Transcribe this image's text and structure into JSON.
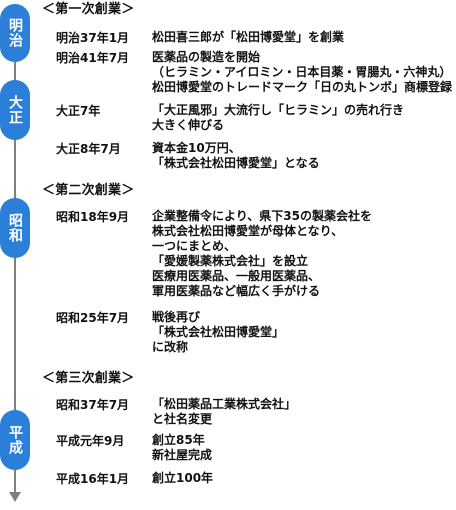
{
  "eras": {
    "meiji": "明治",
    "taisho": "大正",
    "showa": "昭和",
    "heisei": "平成"
  },
  "sections": {
    "first": "＜第一次創業＞",
    "second": "＜第二次創業＞",
    "third": "＜第三次創業＞"
  },
  "events": [
    {
      "date": "明治37年1月",
      "lines": [
        "松田喜三郎が「松田博愛堂」を創業"
      ]
    },
    {
      "date": "明治41年7月",
      "lines": [
        "医薬品の製造を開始",
        "（ヒラミン・アイロミン・日本目薬・胃腸丸・六神丸）",
        "松田博愛堂のトレードマーク「日の丸トンボ」商標登録"
      ]
    },
    {
      "date": "大正7年",
      "lines": [
        "「大正風邪」大流行し「ヒラミン」の売れ行き",
        "大きく伸びる"
      ]
    },
    {
      "date": "大正8年7月",
      "lines": [
        "資本金10万円、",
        "「株式会社松田博愛堂」となる"
      ]
    },
    {
      "date": "昭和18年9月",
      "lines": [
        "企業整備令により、県下35の製薬会社を",
        "株式会社松田博愛堂が母体となり、",
        "一つにまとめ、",
        "「愛媛製薬株式会社」を設立",
        "医療用医薬品、一般用医薬品、",
        "軍用医薬品など幅広く手がける"
      ]
    },
    {
      "date": "昭和25年7月",
      "lines": [
        "戦後再び",
        "「株式会社松田博愛堂」",
        "に改称"
      ]
    },
    {
      "date": "昭和37年7月",
      "lines": [
        "「松田薬品工業株式会社」",
        "と社名変更"
      ]
    },
    {
      "date": "平成元年9月",
      "lines": [
        "創立85年",
        "新社屋完成"
      ]
    },
    {
      "date": "平成16年1月",
      "lines": [
        "創立100年"
      ]
    }
  ]
}
